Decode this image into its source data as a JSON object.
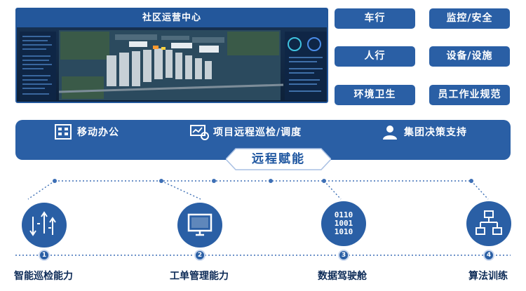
{
  "center_panel": {
    "title": "社区运营中心"
  },
  "scenarios": [
    "车行",
    "监控/安全",
    "人行",
    "设备/设施",
    "环境卫生",
    "员工作业规范"
  ],
  "bar_items": [
    "移动办公",
    "项目远程巡检/调度",
    "集团决策支持"
  ],
  "banner": "远程赋能",
  "capabilities": [
    {
      "num": "1",
      "label": "智能巡检能力"
    },
    {
      "num": "2",
      "label": "工单管理能力"
    },
    {
      "num": "3",
      "label": "数据驾驶舱"
    },
    {
      "num": "4",
      "label": "算法训练"
    }
  ],
  "binary_lines": [
    "0110",
    "1001",
    "1010"
  ],
  "colors": {
    "primary": "#2a5fa5",
    "panel_header": "#23579b",
    "text_dark": "#0d2b57",
    "dotted": "#3d6fb5"
  }
}
